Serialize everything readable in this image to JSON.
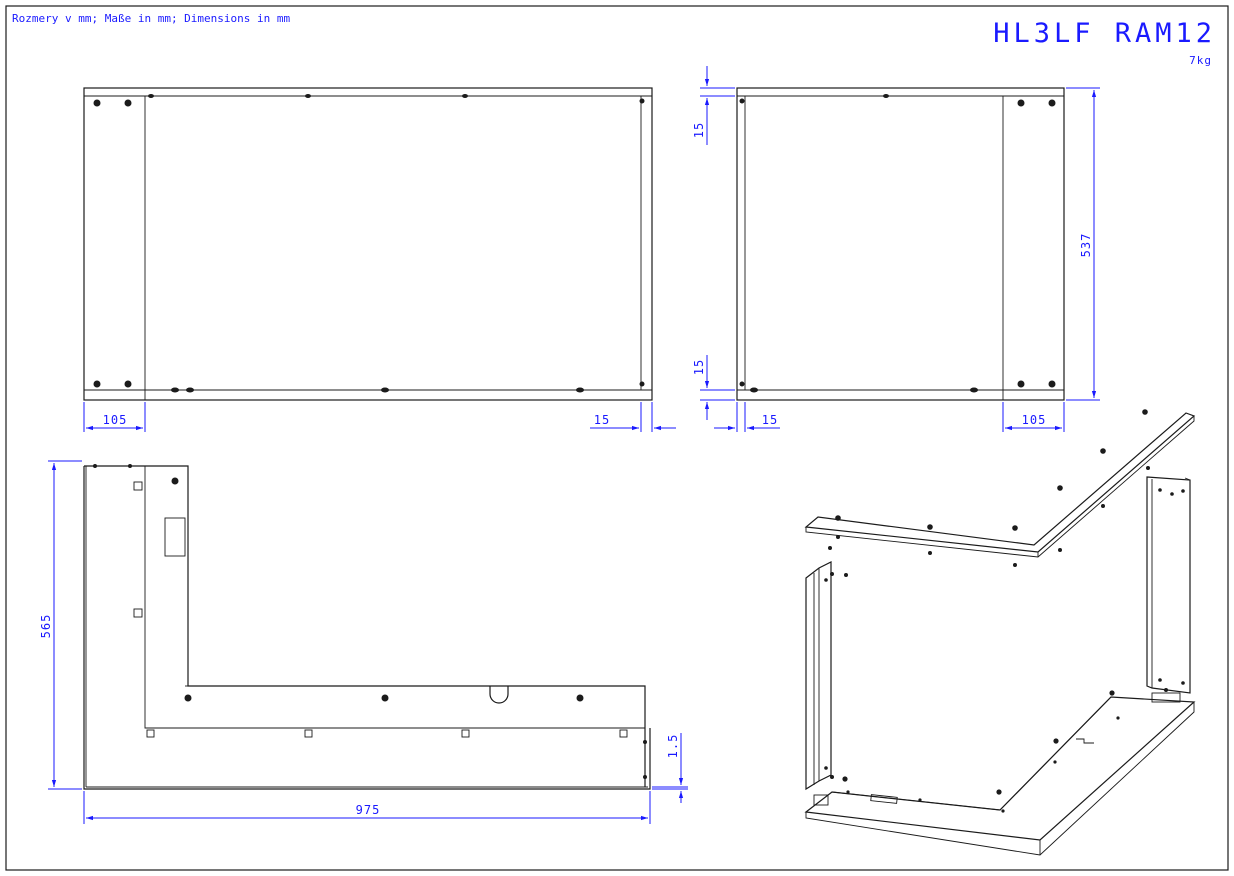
{
  "header": {
    "units_note": "Rozmery v mm; Maße in mm; Dimensions in mm",
    "title": "HL3LF RAM12",
    "weight": "7kg"
  },
  "dimensions": {
    "front_left_width": "105",
    "front_right_gap": "15",
    "side_top_gap": "15",
    "side_height": "537",
    "side_bottom_gap": "15",
    "side_left_gap": "15",
    "side_right_width": "105",
    "plan_height": "565",
    "plan_width": "975",
    "plan_thickness": "1.5"
  },
  "colors": {
    "dimension": "#1a1aff",
    "geometry": "#1b1b1b",
    "background": "#ffffff"
  }
}
